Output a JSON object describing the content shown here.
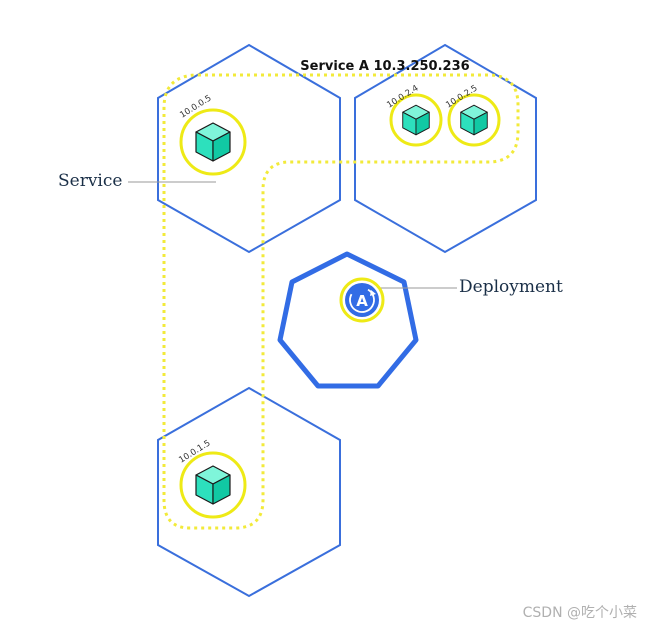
{
  "service": {
    "title": "Service A 10.3.250.236",
    "label": "Service"
  },
  "deployment": {
    "label": "Deployment",
    "icon_letter": "A",
    "icon": "deployment-icon"
  },
  "pods": [
    {
      "ip": "10.0.0.5",
      "icon": "pod-cube-icon"
    },
    {
      "ip": "10.0.2.4",
      "icon": "pod-cube-icon"
    },
    {
      "ip": "10.0.2.5",
      "icon": "pod-cube-icon"
    },
    {
      "ip": "10.0.1.5",
      "icon": "pod-cube-icon"
    }
  ],
  "watermark": "CSDN @吃个小菜",
  "colors": {
    "node_border": "#3a6fdc",
    "deployment_border": "#326ce5",
    "service_outline": "#f2ea3a",
    "pod_ring": "#eeea16",
    "pod_cube": "#2de0bd",
    "label_text": "#1a2f47"
  }
}
